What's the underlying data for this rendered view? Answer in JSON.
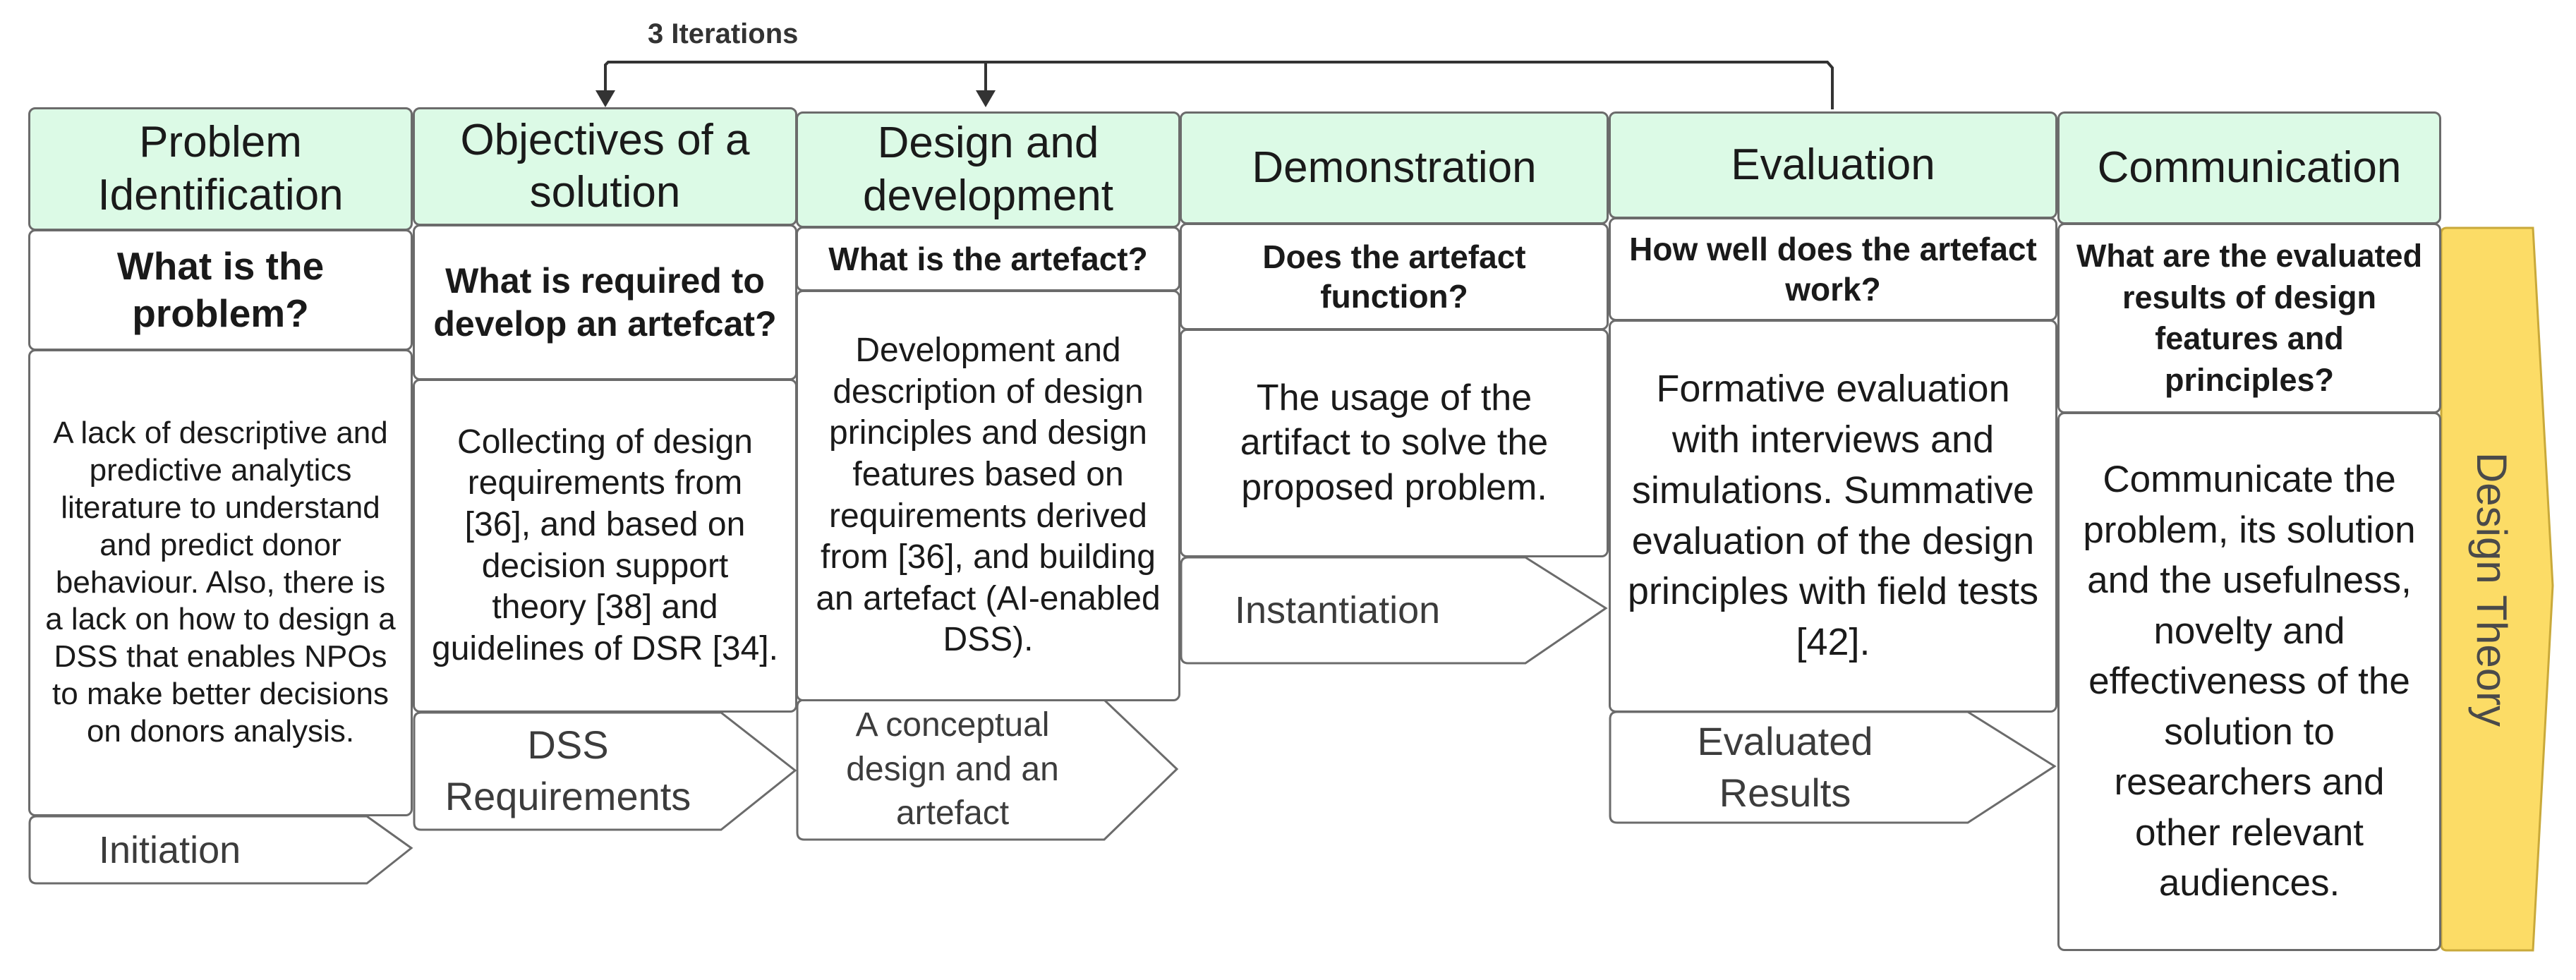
{
  "iterations": "3 Iterations",
  "design_theory": "Design Theory",
  "colors": {
    "header_fill": "#dcfae6",
    "theory_fill": "#fcdc66",
    "border": "#6b6b6b"
  },
  "stages": [
    {
      "title": "Problem Identification",
      "question": "What is the problem?",
      "body": "A lack of descriptive and predictive analytics literature to understand and predict donor behaviour. Also, there is a lack on how to design a DSS that enables NPOs to make better decisions on donors analysis.",
      "output": "Initiation"
    },
    {
      "title": "Objectives of a solution",
      "question": "What is required to develop an artefcat?",
      "body": "Collecting of design requirements from [36], and based on decision support theory [38] and guidelines of DSR [34].",
      "output": "DSS Requirements"
    },
    {
      "title": "Design and development",
      "question": "What is the artefact?",
      "body": "Development and description of design principles and design features based on requirements derived from [36], and building an artefact (AI-enabled DSS).",
      "output": "A conceptual design and an artefact"
    },
    {
      "title": "Demonstration",
      "question": "Does the artefact function?",
      "body": "The usage of the artifact to solve the proposed problem.",
      "output": "Instantiation"
    },
    {
      "title": "Evaluation",
      "question": "How well does the artefact work?",
      "body": "Formative evaluation with interviews and simulations. Summative evaluation of the design principles with field tests [42].",
      "output": "Evaluated Results"
    },
    {
      "title": "Communication",
      "question": "What are the evaluated results of design features and principles?",
      "body": "Communicate the problem, its solution and the usefulness, novelty and effectiveness of the solution to researchers and other relevant audiences.",
      "output": ""
    }
  ]
}
